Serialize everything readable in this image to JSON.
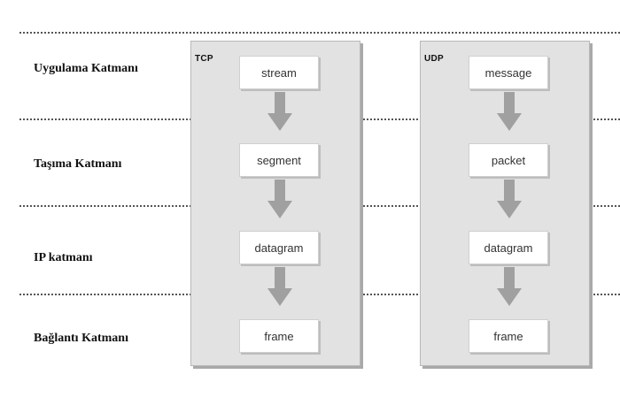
{
  "layers": [
    {
      "label": "Uygulama Katmanı"
    },
    {
      "label": "Taşıma Katmanı"
    },
    {
      "label": "IP katmanı"
    },
    {
      "label": "Bağlantı Katmanı"
    }
  ],
  "columns": [
    {
      "title": "TCP",
      "boxes": [
        "stream",
        "segment",
        "datagram",
        "frame"
      ]
    },
    {
      "title": "UDP",
      "boxes": [
        "message",
        "packet",
        "datagram",
        "frame"
      ]
    }
  ],
  "colors": {
    "column_fill": "#e2e2e2",
    "arrow_fill": "#a0a0a0",
    "dash_line": "#555555"
  },
  "icons": {
    "flow_arrow": "arrow-down-icon"
  }
}
